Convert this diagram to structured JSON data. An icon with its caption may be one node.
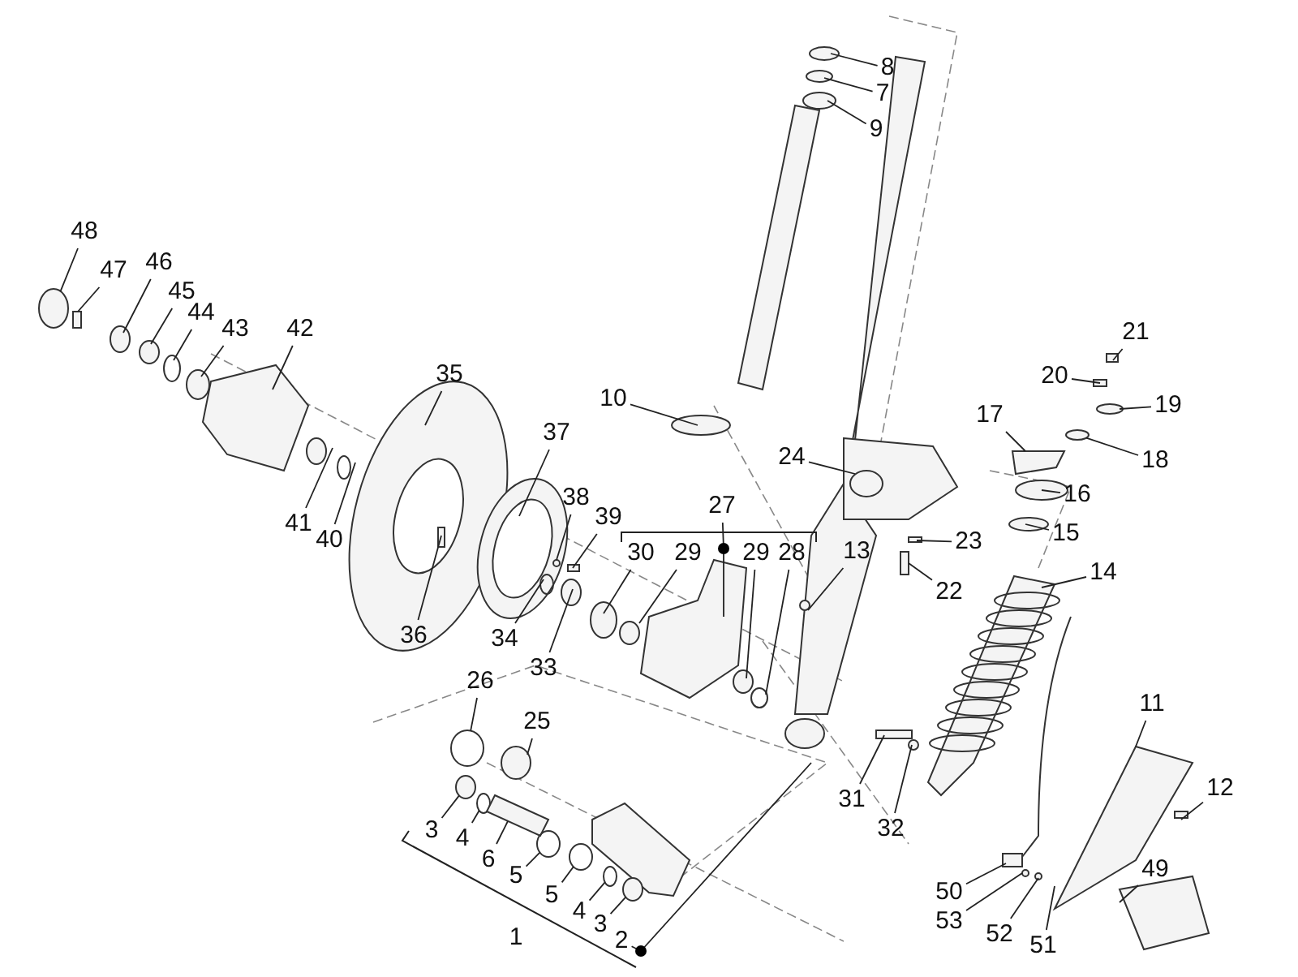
{
  "diagram": {
    "nodes": [
      {
        "text": [
          "8"
        ]
      },
      {
        "text": [
          "7"
        ]
      },
      {
        "text": [
          "9"
        ]
      },
      {
        "text": [
          "48"
        ]
      },
      {
        "text": [
          "46"
        ]
      },
      {
        "text": [
          "47"
        ]
      },
      {
        "text": [
          "45"
        ]
      },
      {
        "text": [
          "44"
        ]
      },
      {
        "text": [
          "43"
        ]
      },
      {
        "text": [
          "42"
        ]
      },
      {
        "text": [
          "21"
        ]
      },
      {
        "text": [
          "20"
        ]
      },
      {
        "text": [
          "35"
        ]
      },
      {
        "text": [
          "19"
        ]
      },
      {
        "text": [
          "10"
        ]
      },
      {
        "text": [
          "17"
        ]
      },
      {
        "text": [
          "18"
        ]
      },
      {
        "text": [
          "37"
        ]
      },
      {
        "text": [
          "24"
        ]
      },
      {
        "text": [
          "16"
        ]
      },
      {
        "text": [
          "38"
        ]
      },
      {
        "text": [
          "27"
        ]
      },
      {
        "text": [
          "39"
        ]
      },
      {
        "text": [
          "15"
        ]
      },
      {
        "text": [
          "13"
        ]
      },
      {
        "text": [
          "23"
        ]
      },
      {
        "text": [
          "30"
        ]
      },
      {
        "text": [
          "29"
        ]
      },
      {
        "text": [
          "29"
        ]
      },
      {
        "text": [
          "28"
        ]
      },
      {
        "text": [
          "14"
        ]
      },
      {
        "text": [
          "22"
        ]
      },
      {
        "text": [
          "41"
        ]
      },
      {
        "text": [
          "40"
        ]
      },
      {
        "text": [
          "36"
        ]
      },
      {
        "text": [
          "34"
        ]
      },
      {
        "text": [
          "33"
        ]
      },
      {
        "text": [
          "26"
        ]
      },
      {
        "text": [
          "25"
        ]
      },
      {
        "text": [
          "11"
        ]
      },
      {
        "text": [
          "12"
        ]
      },
      {
        "text": [
          "31"
        ]
      },
      {
        "text": [
          "3"
        ]
      },
      {
        "text": [
          "32"
        ]
      },
      {
        "text": [
          "4"
        ]
      },
      {
        "text": [
          "6"
        ]
      },
      {
        "text": [
          "49"
        ]
      },
      {
        "text": [
          "5"
        ]
      },
      {
        "text": [
          "50"
        ]
      },
      {
        "text": [
          "5"
        ]
      },
      {
        "text": [
          "4"
        ]
      },
      {
        "text": [
          "53"
        ]
      },
      {
        "text": [
          "3"
        ]
      },
      {
        "text": [
          "52"
        ]
      },
      {
        "text": [
          "2"
        ]
      },
      {
        "text": [
          "51"
        ]
      },
      {
        "text": [],
        "shape": "circle"
      },
      {
        "text": [],
        "shape": "circle"
      },
      {
        "text": [],
        "shape": "bar"
      },
      {
        "text": [],
        "shape": "circle"
      },
      {
        "text": [],
        "shape": "circle"
      },
      {
        "text": [],
        "shape": "circle"
      },
      {
        "text": [],
        "shape": "circle"
      },
      {
        "text": [],
        "shape": "circle"
      },
      {
        "text": [],
        "shape": "box"
      },
      {
        "text": [],
        "shape": "circle"
      },
      {
        "text": [],
        "shape": "bar"
      },
      {
        "text": [],
        "shape": "circle"
      }
    ],
    "edges": [
      {
        "from": 0,
        "to": null,
        "arrow": "none"
      },
      {
        "from": 1,
        "to": null,
        "arrow": "none"
      },
      {
        "from": 2,
        "to": null,
        "arrow": "none"
      },
      {
        "from": 3,
        "to": 63,
        "arrow": "none"
      },
      {
        "from": 4,
        "to": null,
        "arrow": "none"
      },
      {
        "from": 5,
        "to": 66,
        "arrow": "none"
      },
      {
        "from": 6,
        "to": null,
        "arrow": "none"
      },
      {
        "from": 7,
        "to": null,
        "arrow": "none"
      },
      {
        "from": 8,
        "to": null,
        "arrow": "none"
      },
      {
        "from": 9,
        "to": null,
        "arrow": "none"
      },
      {
        "from": 10,
        "to": null,
        "arrow": "none"
      },
      {
        "from": 11,
        "to": null,
        "arrow": "none"
      },
      {
        "from": 12,
        "to": null,
        "arrow": "none"
      },
      {
        "from": 13,
        "to": null,
        "arrow": "none"
      },
      {
        "from": 14,
        "to": null,
        "arrow": "none"
      },
      {
        "from": 15,
        "to": 64,
        "arrow": "none"
      },
      {
        "from": 16,
        "to": 65,
        "arrow": "none"
      },
      {
        "from": 17,
        "to": null,
        "arrow": "none"
      },
      {
        "from": 18,
        "to": null,
        "arrow": "none"
      },
      {
        "from": 19,
        "to": null,
        "arrow": "none"
      },
      {
        "from": 20,
        "to": null,
        "arrow": "none"
      },
      {
        "from": 21,
        "to": null,
        "arrow": "none"
      },
      {
        "from": 22,
        "to": null,
        "arrow": "none"
      },
      {
        "from": 23,
        "to": null,
        "arrow": "none"
      },
      {
        "from": 24,
        "to": null,
        "arrow": "none"
      },
      {
        "from": 25,
        "to": null,
        "arrow": "none"
      },
      {
        "from": 26,
        "to": null,
        "arrow": "none"
      },
      {
        "from": 27,
        "to": null,
        "arrow": "none"
      },
      {
        "from": 28,
        "to": null,
        "arrow": "none"
      },
      {
        "from": 29,
        "to": null,
        "arrow": "none"
      },
      {
        "from": 30,
        "to": null,
        "arrow": "none"
      },
      {
        "from": 31,
        "to": null,
        "arrow": "none"
      },
      {
        "from": 32,
        "to": null,
        "arrow": "none"
      },
      {
        "from": 33,
        "to": null,
        "arrow": "none"
      },
      {
        "from": 34,
        "to": null,
        "arrow": "none"
      },
      {
        "from": 35,
        "to": null,
        "arrow": "none"
      },
      {
        "from": 36,
        "to": null,
        "arrow": "none"
      },
      {
        "from": 37,
        "to": 67,
        "arrow": "none"
      },
      {
        "from": 38,
        "to": null,
        "arrow": "none"
      },
      {
        "from": 39,
        "to": null,
        "arrow": "none"
      },
      {
        "from": 40,
        "to": null,
        "arrow": "none"
      },
      {
        "from": 41,
        "to": null,
        "arrow": "none"
      },
      {
        "from": 42,
        "to": 56,
        "arrow": "none"
      },
      {
        "from": 43,
        "to": null,
        "arrow": "none"
      },
      {
        "from": 44,
        "to": 57,
        "arrow": "none"
      },
      {
        "from": 45,
        "to": 58,
        "arrow": "none"
      },
      {
        "from": 46,
        "to": null,
        "arrow": "none"
      },
      {
        "from": 47,
        "to": 59,
        "arrow": "none"
      },
      {
        "from": 48,
        "to": null,
        "arrow": "none"
      },
      {
        "from": 49,
        "to": 60,
        "arrow": "none"
      },
      {
        "from": 50,
        "to": 61,
        "arrow": "none"
      },
      {
        "from": 51,
        "to": null,
        "arrow": "none"
      },
      {
        "from": 52,
        "to": 62,
        "arrow": "none"
      },
      {
        "from": 53,
        "to": null,
        "arrow": "none"
      },
      {
        "from": 54,
        "to": null,
        "arrow": "none"
      },
      {
        "from": 55,
        "to": null,
        "arrow": "none"
      }
    ],
    "labels": [
      "1"
    ]
  }
}
